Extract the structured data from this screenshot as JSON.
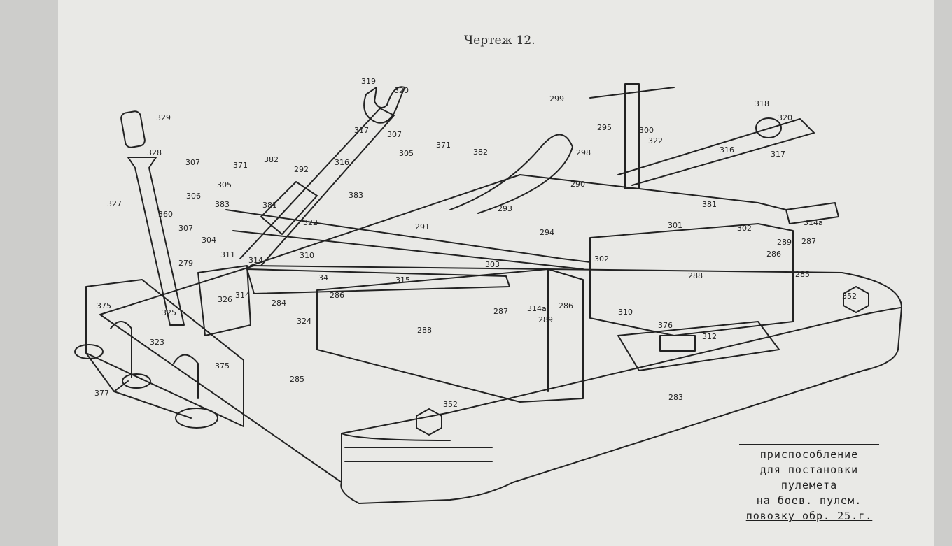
{
  "title": "Чертеж 12.",
  "caption": {
    "lines": [
      "приспособление",
      "для постановки",
      "пулемета",
      "на боев. пулем.",
      "повозку обр. 25.г."
    ]
  },
  "callouts": [
    "329",
    "328",
    "307",
    "371",
    "382",
    "292",
    "316",
    "319",
    "320",
    "317",
    "307",
    "305",
    "371",
    "382",
    "299",
    "295",
    "300",
    "322",
    "316",
    "318",
    "320",
    "317",
    "327",
    "306",
    "305",
    "383",
    "381",
    "383",
    "360",
    "307",
    "304",
    "322",
    "298",
    "290",
    "381",
    "293",
    "291",
    "294",
    "301",
    "302",
    "314a",
    "289",
    "286",
    "285",
    "311",
    "314",
    "310",
    "279",
    "34",
    "315",
    "303",
    "287",
    "314a",
    "289",
    "286",
    "352",
    "326",
    "325",
    "323",
    "314",
    "284",
    "286",
    "288",
    "310",
    "312",
    "376",
    "375",
    "324",
    "375",
    "377",
    "285",
    "352",
    "283",
    "288",
    "287",
    "302"
  ],
  "colors": {
    "paper": "#e9e9e6",
    "ink": "#222222",
    "margin": "#cdcdcb"
  }
}
